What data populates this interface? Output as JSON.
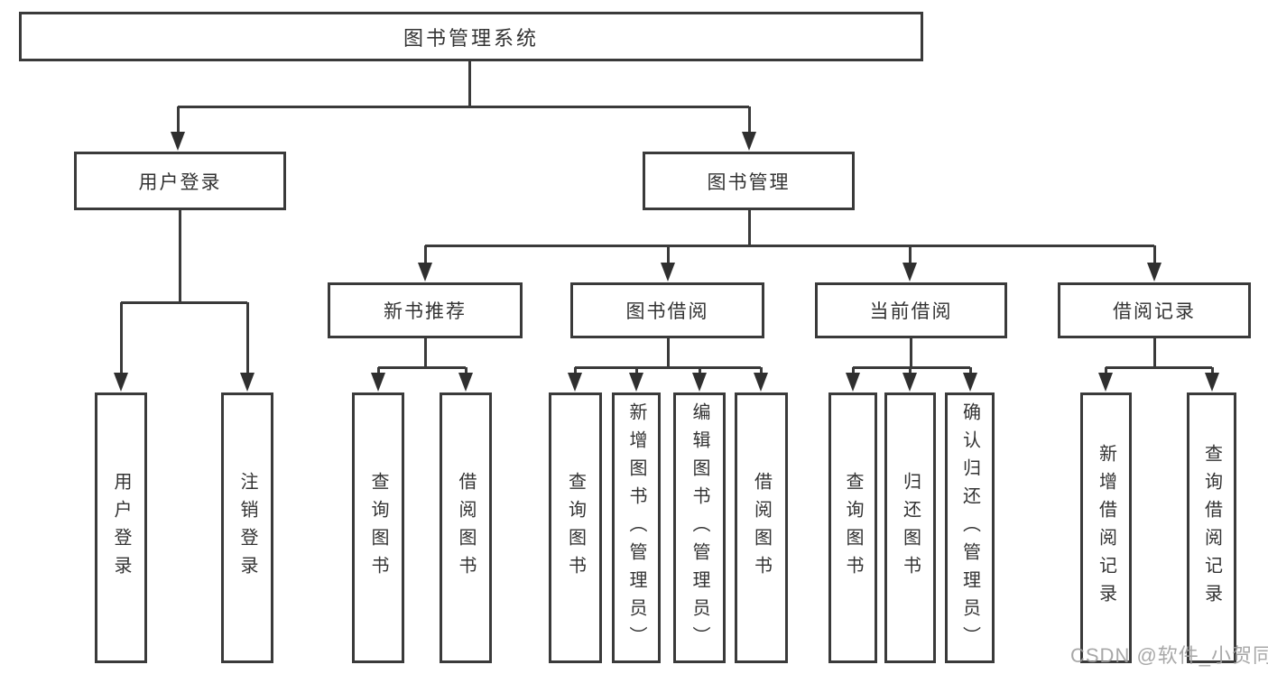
{
  "diagram": {
    "root": "图书管理系统",
    "branches": [
      {
        "label": "用户登录",
        "children": [
          "用户登录",
          "注销登录"
        ]
      },
      {
        "label": "图书管理",
        "sections": [
          {
            "label": "新书推荐",
            "children": [
              "查询图书",
              "借阅图书"
            ]
          },
          {
            "label": "图书借阅",
            "children": [
              "查询图书",
              "新增图书（管理员）",
              "编辑图书（管理员）",
              "借阅图书"
            ]
          },
          {
            "label": "当前借阅",
            "children": [
              "查询图书",
              "归还图书",
              "确认归还（管理员）"
            ]
          },
          {
            "label": "借阅记录",
            "children": [
              "新增借阅记录",
              "查询借阅记录"
            ]
          }
        ]
      }
    ]
  },
  "watermark": "CSDN @软件_小贺同学",
  "colors": {
    "line": "#3a3a3a",
    "text": "#333333",
    "watermark": "#9e9e9e",
    "background": "#ffffff"
  }
}
